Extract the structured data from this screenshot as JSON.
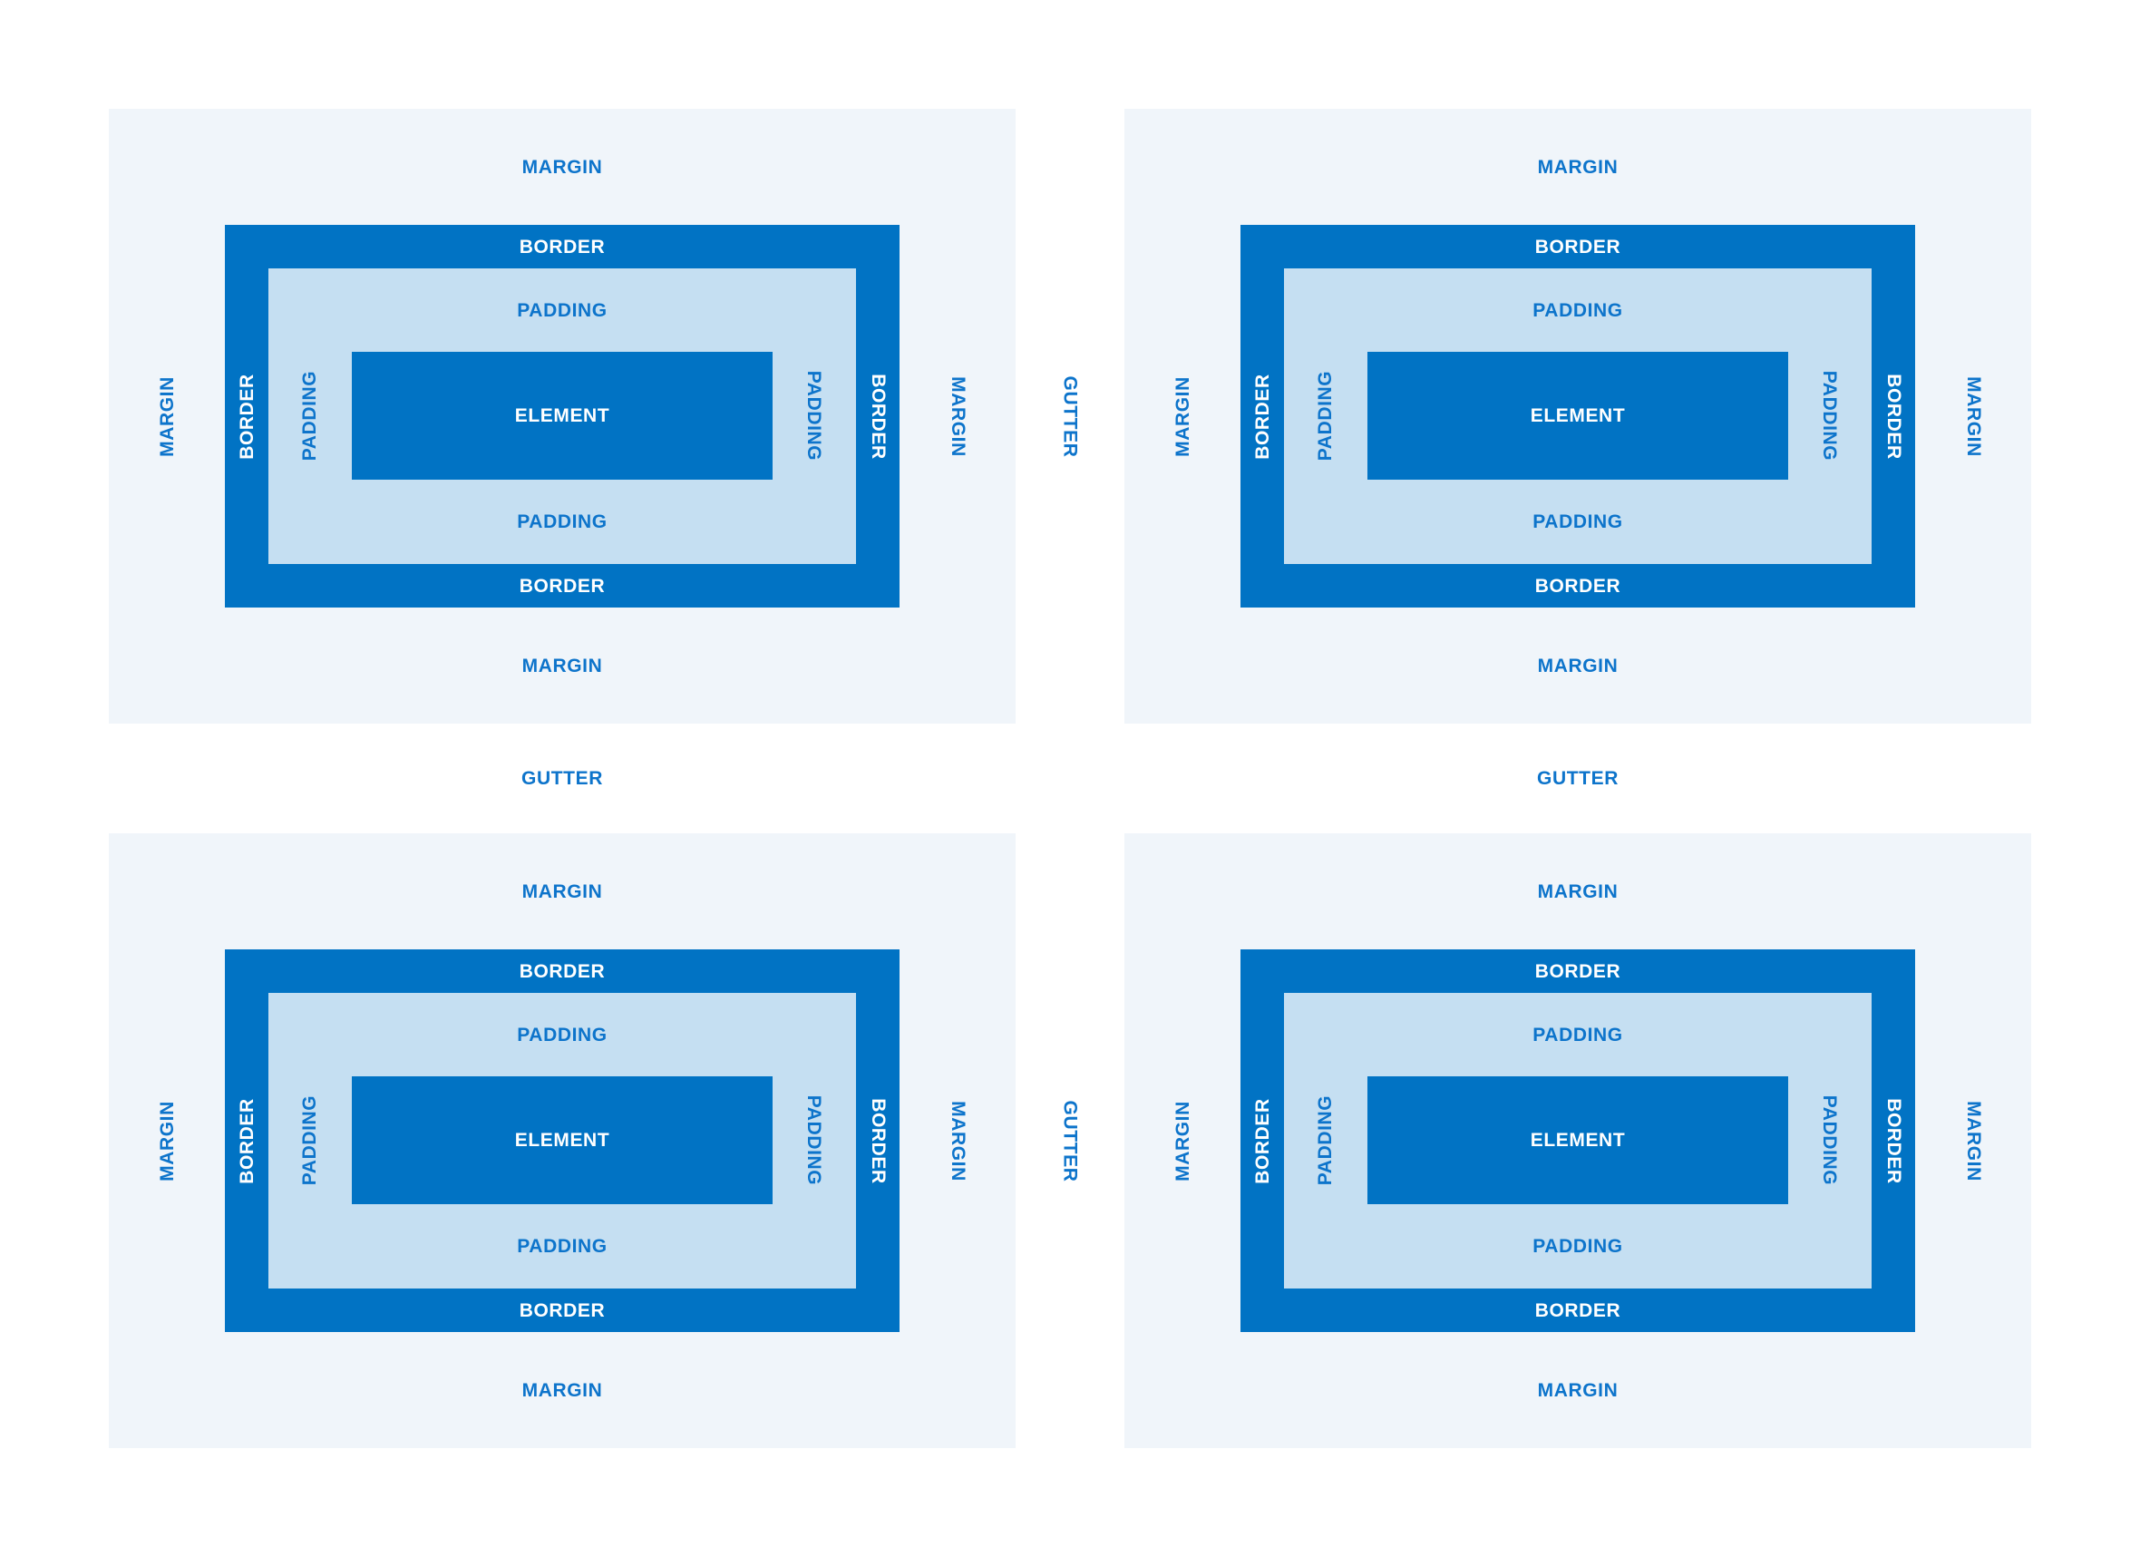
{
  "palette": {
    "page_background": "#ffffff",
    "panel_background": "#f0f5fa",
    "box_blue": "#0173c4",
    "padding_light_blue": "#c5dff2",
    "label_blue": "#0d74cb",
    "label_white": "#ffffff"
  },
  "labels": {
    "margin": "MARGIN",
    "border": "BORDER",
    "padding": "PADDING",
    "element": "ELEMENT",
    "gutter": "GUTTER"
  },
  "panels": [
    {
      "position": "top-left"
    },
    {
      "position": "top-right"
    },
    {
      "position": "bottom-left"
    },
    {
      "position": "bottom-right"
    }
  ]
}
